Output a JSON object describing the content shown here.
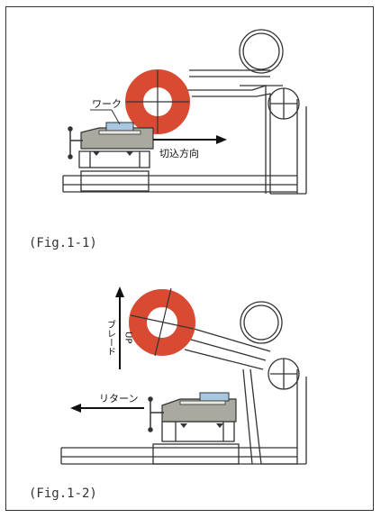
{
  "fig1": {
    "caption": "(Fig.1-1)",
    "work_label": "ワーク",
    "direction_label": "切込方向"
  },
  "fig2": {
    "caption": "(Fig.1-2)",
    "blade_label": "ブレード",
    "up_label": "UP",
    "return_label": "リターン"
  },
  "colors": {
    "blade": "#d84a32",
    "vise": "#a9a9a0",
    "work": "#a9c7e0",
    "line": "#333333"
  }
}
